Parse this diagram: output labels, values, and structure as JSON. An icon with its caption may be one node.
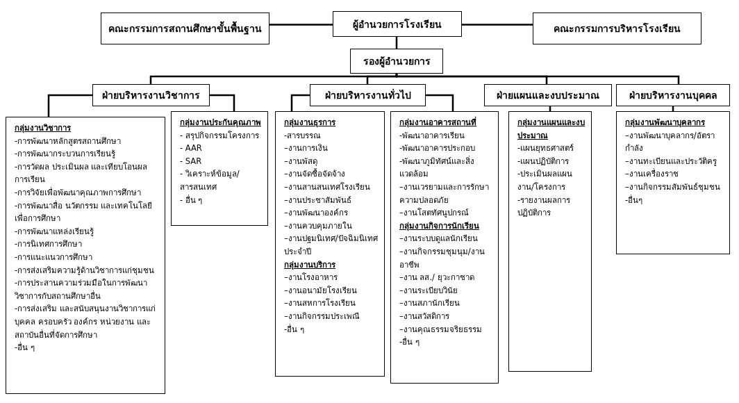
{
  "diagram": {
    "nodes": [
      {
        "text": [
          "คณะกรรมการสถานศึกษาขั้นพื้นฐาน"
        ]
      },
      {
        "text": [
          "ผู้อำนวยการโรงเรียน"
        ]
      },
      {
        "text": [
          "คณะกรรมการบริหารโรงเรียน"
        ]
      },
      {
        "text": [
          "รองผู้อำนวยการ"
        ]
      },
      {
        "text": [
          "ฝ่ายบริหารงานวิชาการ"
        ]
      },
      {
        "text": [
          "ฝ่ายบริหารงานทั่วไป"
        ]
      },
      {
        "text": [
          "ฝ่ายแผนและงบประมาณ"
        ]
      },
      {
        "text": [
          "ฝ่ายบริหารงานบุคคล"
        ]
      },
      {
        "text": [
          "กลุ่มงานวิชาการ",
          "-การพัฒนาหลักสูตรสถานศึกษา",
          "-การพัฒนากระบวนการเรียนรู้",
          "-การวัดผล ประเมินผล และเทียบโอนผลการเรียน",
          "-การวิจัยเพื่อพัฒนาคุณภาพการศึกษา",
          "-การพัฒนาสื่อ นวัตกรรม และเทคโนโลยีเพื่อการศึกษา",
          "-การพัฒนาแหล่งเรียนรู้",
          "-การนิเทศการศึกษา",
          "-การแนะแนวการศึกษา",
          "-การส่งเสริมความรู้ด้านวิชาการแก่ชุมชน",
          "-การประสานความร่วมมือในการพัฒนาวิชาการกับสถานศึกษาอื่น",
          "-การส่งเสริม และสนับสนุนงานวิชาการแก่บุคคล ครอบครัว องค์กร หน่วยงาน และสถาบันอื่นที่จัดการศึกษา",
          "-อื่น ๆ"
        ]
      },
      {
        "text": [
          "กลุ่มงานประกันคุณภาพ",
          "- สรุปกิจกรรมโครงการ",
          "- AAR",
          "- SAR",
          "- วิเคราะห์ข้อมูล/สารสนเทศ",
          "- อื่น ๆ"
        ]
      },
      {
        "text": [
          "กลุ่มงานธุรการ",
          "-สารบรรณ",
          "–งานการเงิน",
          "–งานพัสดุ",
          "–งานจัดซื้อจัดจ้าง",
          "–งานสานสนเทศโรงเรียน",
          "–งานประชาสัมพันธ์",
          "–งานพัฒนาองค์กร",
          "–งานควบคุมภายใน",
          "–งานปฐมนิเทศ/ปัจฉิมนิเทศประจำปี",
          "กลุ่มงานบริการ",
          "–งานโรงอาหาร",
          "–งานอนามัยโรงเรียน",
          "–งานสหการโรงเรียน",
          "–งานกิจกรรมประเพณี",
          "-อื่น ๆ"
        ]
      },
      {
        "text": [
          "กลุ่มงานอาคารสถานที่",
          "-พัฒนาอาคารเรียน",
          "-พัฒนาอาคารประกอบ",
          "-พัฒนาภูมิทัศน์และสิ่งแวดล้อม",
          "–งานเวรยามและการรักษาความปลอดภัย",
          "–งานโสตทัศนูปกรณ์",
          "กลุ่มงานกิจการนักเรียน",
          "–งานระบบดูแลนักเรียน",
          "–งานกิจกรรมชุมนุม/งานอาชีพ",
          "–งาน ลส./ ยุวะกาชาด",
          "–งานระเบียบวินัย",
          "–งานสภานักเรียน",
          "–งานสวัสดิการ",
          "–งานคุณธรรมจริยธรรม",
          "-อื่น ๆ"
        ]
      },
      {
        "text": [
          "กลุ่มงานแผนและงบประมาณ",
          "-แผนยุทธศาสตร์",
          "-แผนปฏิบัติการ",
          "-ประเมินผลแผนงาน/โครงการ",
          "-รายงานผลการปฏิบัติการ"
        ]
      },
      {
        "text": [
          "กลุ่มงานพัฒนาบุคลากร",
          "–งานพัฒนาบุคลากร/อัตรากำลัง",
          "–งานทะเบียนและประวัติครู",
          "–งานเครื่องราช",
          "–งานกิจกรรมสัมพันธ์ชุมชน",
          "-อื่นๆ"
        ]
      }
    ],
    "edges": [
      {
        "from": 0,
        "to": 1,
        "arrow": "none"
      },
      {
        "from": 1,
        "to": 2,
        "arrow": "none"
      },
      {
        "from": 1,
        "to": 3,
        "arrow": "none"
      },
      {
        "from": 3,
        "to": 4,
        "arrow": "none"
      },
      {
        "from": 3,
        "to": 5,
        "arrow": "none"
      },
      {
        "from": 3,
        "to": 6,
        "arrow": "none"
      },
      {
        "from": 3,
        "to": 7,
        "arrow": "none"
      },
      {
        "from": 4,
        "to": 8,
        "arrow": "none"
      },
      {
        "from": 4,
        "to": 9,
        "arrow": "none"
      },
      {
        "from": 5,
        "to": 10,
        "arrow": "none"
      },
      {
        "from": 5,
        "to": 11,
        "arrow": "none"
      },
      {
        "from": 6,
        "to": 12,
        "arrow": "none"
      },
      {
        "from": 7,
        "to": 13,
        "arrow": "none"
      }
    ]
  }
}
